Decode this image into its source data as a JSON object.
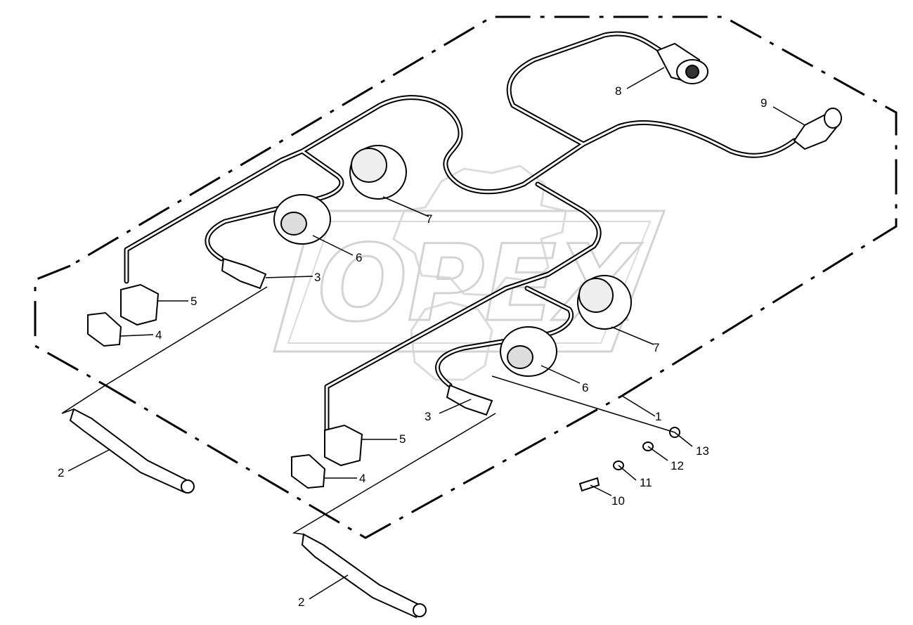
{
  "diagram": {
    "watermark": "OPEX",
    "callouts": [
      {
        "id": "c1",
        "label": "1"
      },
      {
        "id": "c2a",
        "label": "2"
      },
      {
        "id": "c2b",
        "label": "2"
      },
      {
        "id": "c3a",
        "label": "3"
      },
      {
        "id": "c3b",
        "label": "3"
      },
      {
        "id": "c4a",
        "label": "4"
      },
      {
        "id": "c4b",
        "label": "4"
      },
      {
        "id": "c5a",
        "label": "5"
      },
      {
        "id": "c5b",
        "label": "5"
      },
      {
        "id": "c6a",
        "label": "6"
      },
      {
        "id": "c6b",
        "label": "6"
      },
      {
        "id": "c7a",
        "label": "7"
      },
      {
        "id": "c7b",
        "label": "7"
      },
      {
        "id": "c8",
        "label": "8"
      },
      {
        "id": "c9",
        "label": "9"
      },
      {
        "id": "c10",
        "label": "10"
      },
      {
        "id": "c11",
        "label": "11"
      },
      {
        "id": "c12",
        "label": "12"
      },
      {
        "id": "c13",
        "label": "13"
      }
    ]
  }
}
